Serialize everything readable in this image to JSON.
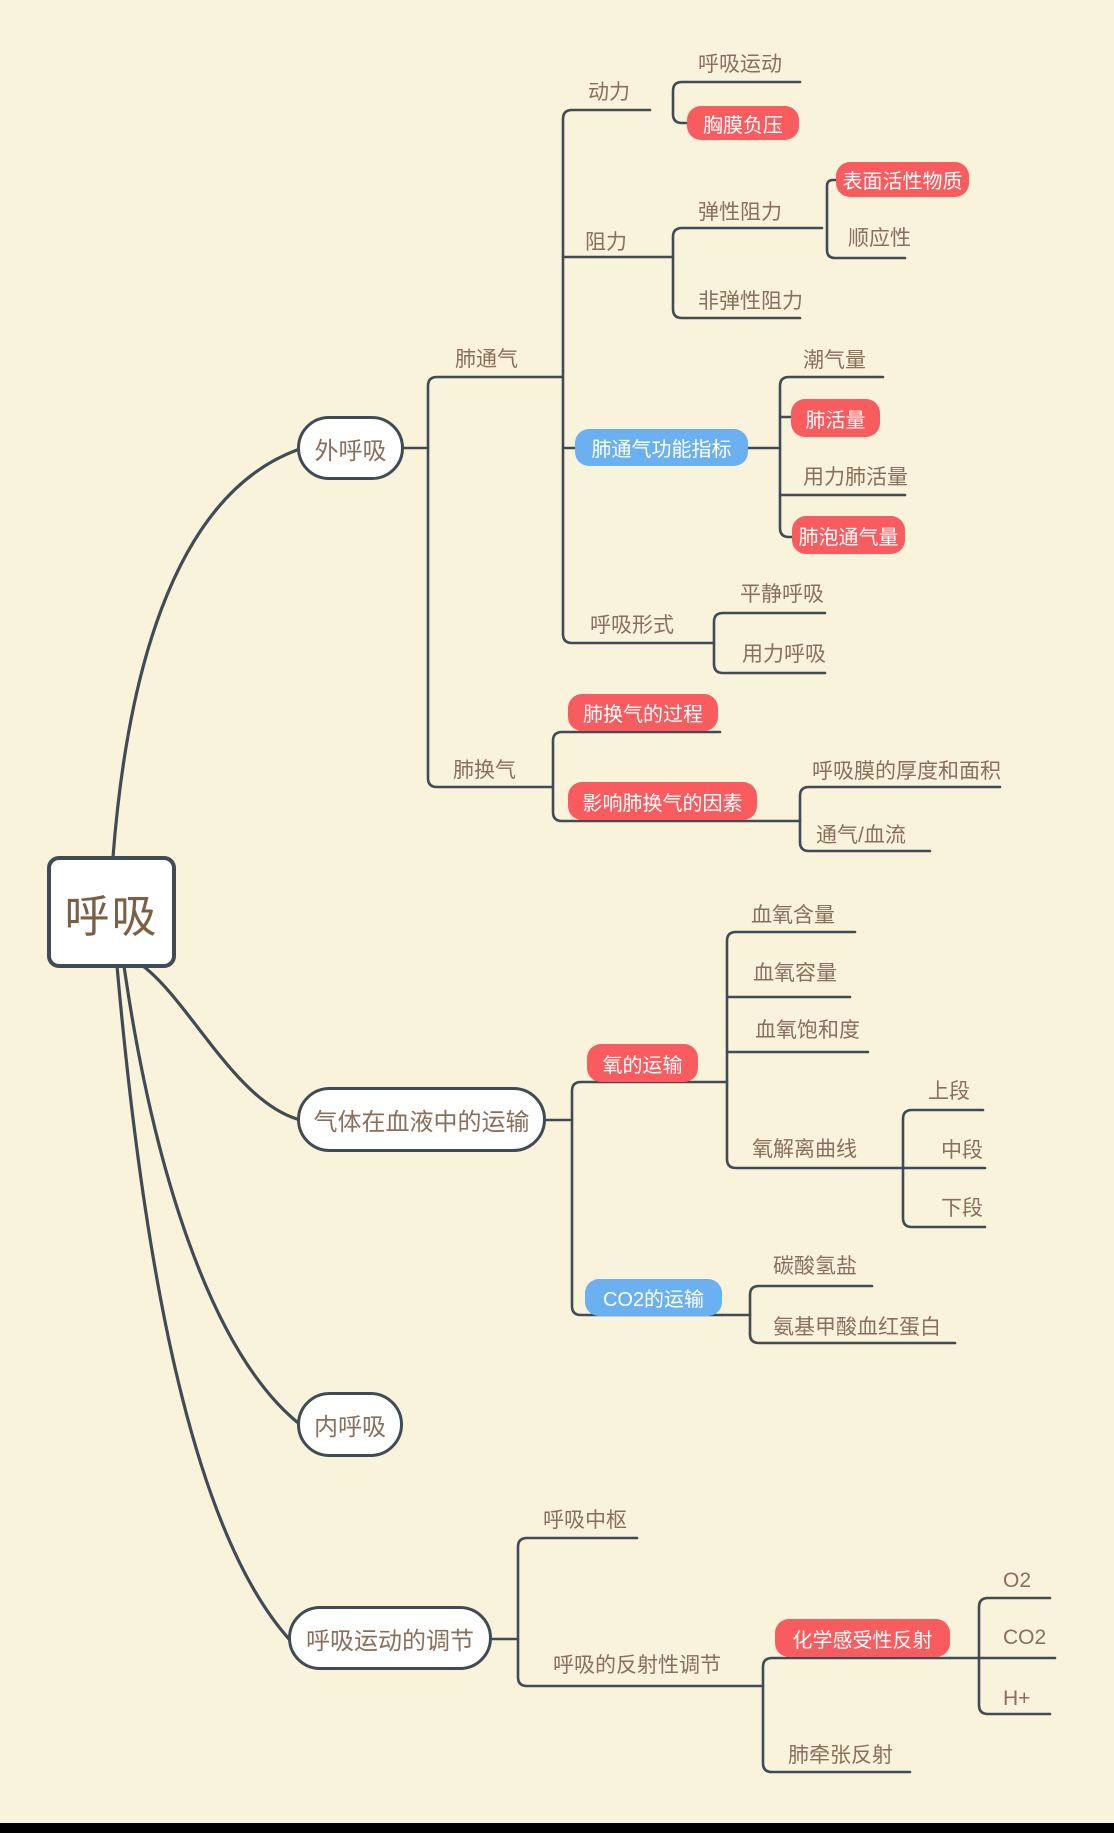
{
  "palette": {
    "background": "#FAF3DC",
    "line": "#3F4B55",
    "label_text": "#8A6F5B",
    "root_text": "#7C6045",
    "red_node": "#F85C5F",
    "blue_node": "#6BB1F1",
    "node_text_on_color": "#FFFFFF",
    "footer_bar": "#010101"
  },
  "root": {
    "label": "呼吸"
  },
  "nodes": {
    "waihuxi": {
      "label": "外呼吸"
    },
    "feitongqi": {
      "label": "肺通气"
    },
    "dongli": {
      "label": "动力"
    },
    "huxiyundong": {
      "label": "呼吸运动"
    },
    "xiongmofuya": {
      "label": "胸膜负压"
    },
    "zuli": {
      "label": "阻力"
    },
    "tanxingzuli": {
      "label": "弹性阻力"
    },
    "biaomianhuoxing": {
      "label": "表面活性物质"
    },
    "shunyingxing": {
      "label": "顺应性"
    },
    "feitanxingzuli": {
      "label": "非弹性阻力"
    },
    "gongnengzhibiao": {
      "label": "肺通气功能指标"
    },
    "chaoqiliang": {
      "label": "潮气量"
    },
    "feihuoliang": {
      "label": "肺活量"
    },
    "yonglifeihuoliang": {
      "label": "用力肺活量"
    },
    "feipaotongqiliang": {
      "label": "肺泡通气量"
    },
    "huxixingshi": {
      "label": "呼吸形式"
    },
    "pingjinghuxi": {
      "label": "平静呼吸"
    },
    "yonglihuxi": {
      "label": "用力呼吸"
    },
    "feihuanqi": {
      "label": "肺换气"
    },
    "huanqiguocheng": {
      "label": "肺换气的过程"
    },
    "huanqiyinsu": {
      "label": "影响肺换气的因素"
    },
    "huximo": {
      "label": "呼吸膜的厚度和面积"
    },
    "tongqixueliu": {
      "label": "通气/血流"
    },
    "qitiyunshu": {
      "label": "气体在血液中的运输"
    },
    "yangyunshu": {
      "label": "氧的运输"
    },
    "xueyanghanliang": {
      "label": "血氧含量"
    },
    "xueyangrongliang": {
      "label": "血氧容量"
    },
    "xueyangbaohedu": {
      "label": "血氧饱和度"
    },
    "yangjieliquxian": {
      "label": "氧解离曲线"
    },
    "shangduan": {
      "label": "上段"
    },
    "zhongduan": {
      "label": "中段"
    },
    "xiaduan": {
      "label": "下段"
    },
    "co2yunshu": {
      "label": "CO2的运输"
    },
    "tansuanqingyan": {
      "label": "碳酸氢盐"
    },
    "anjijiasuan": {
      "label": "氨基甲酸血红蛋白"
    },
    "neihuxi": {
      "label": "内呼吸"
    },
    "yundongtiaojie": {
      "label": "呼吸运动的调节"
    },
    "huxizhongshu": {
      "label": "呼吸中枢"
    },
    "fanshexingtiaojie": {
      "label": "呼吸的反射性调节"
    },
    "huaxueganshou": {
      "label": "化学感受性反射"
    },
    "o2": {
      "label": "O2"
    },
    "co2": {
      "label": "CO2"
    },
    "hjia": {
      "label": "H+"
    },
    "feiqianzhang": {
      "label": "肺牵张反射"
    }
  }
}
